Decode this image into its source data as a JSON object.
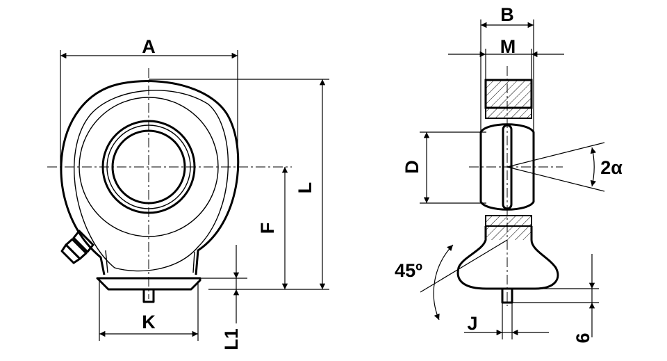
{
  "front_view": {
    "labels": {
      "A": "A",
      "F": "F",
      "L": "L",
      "K": "K",
      "L1": "L1"
    }
  },
  "side_view": {
    "labels": {
      "B": "B",
      "M": "M",
      "D": "D",
      "alpha": "2α",
      "angle": "45º",
      "J": "J",
      "six": "6"
    }
  },
  "colors": {
    "line": "#000000",
    "background": "#ffffff",
    "hatch": "#000000"
  }
}
